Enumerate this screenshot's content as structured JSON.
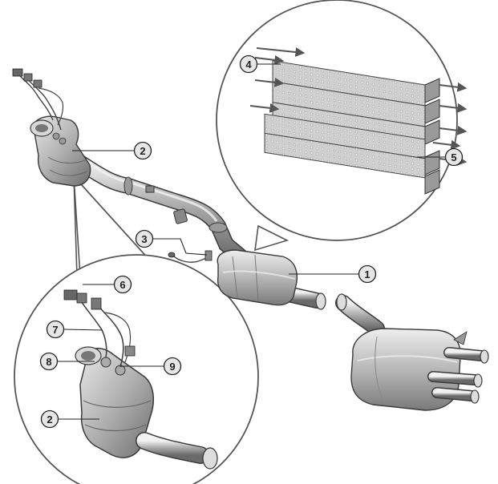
{
  "diagram": {
    "callouts": [
      {
        "id": "c1",
        "label": "1"
      },
      {
        "id": "c2a",
        "label": "2"
      },
      {
        "id": "c2b",
        "label": "2"
      },
      {
        "id": "c3",
        "label": "3"
      },
      {
        "id": "c4",
        "label": "4"
      },
      {
        "id": "c5",
        "label": "5"
      },
      {
        "id": "c6",
        "label": "6"
      },
      {
        "id": "c7",
        "label": "7"
      },
      {
        "id": "c8",
        "label": "8"
      },
      {
        "id": "c9",
        "label": "9"
      }
    ],
    "colors": {
      "metal": "#b9b9b9",
      "metal_dark": "#7d7d7d",
      "metal_light": "#e2e2e2",
      "outline": "#3a3a3a",
      "callout_fill": "#e6e6e6",
      "arrow": "#555555"
    }
  }
}
